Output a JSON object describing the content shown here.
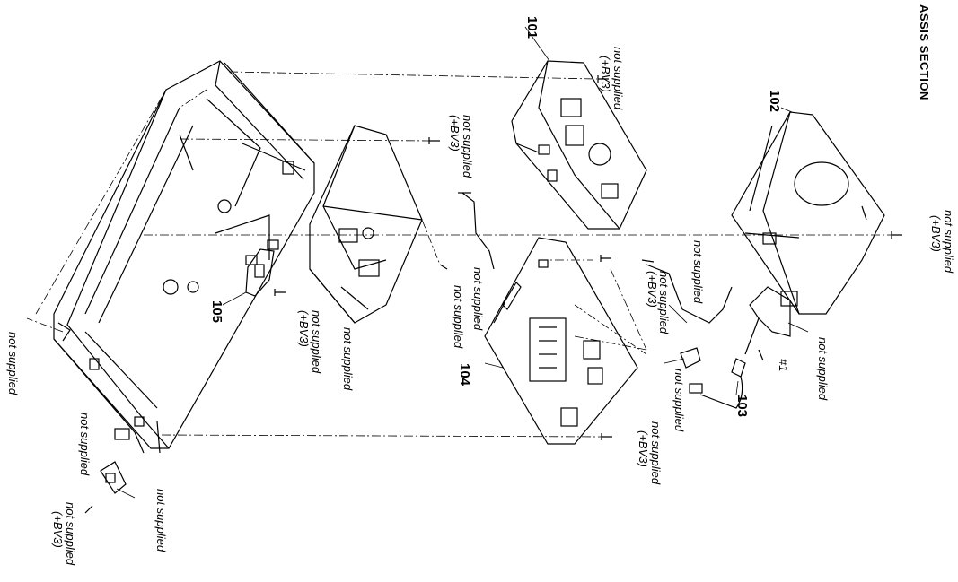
{
  "section_title": "ASSIS  SECTION",
  "part_numbers": {
    "p101": "101",
    "p102": "102",
    "p103": "103",
    "p104": "104",
    "p105": "105",
    "hash1": "#1"
  },
  "labels": {
    "not_supplied": "not supplied",
    "bv3": "(+BV3)"
  }
}
